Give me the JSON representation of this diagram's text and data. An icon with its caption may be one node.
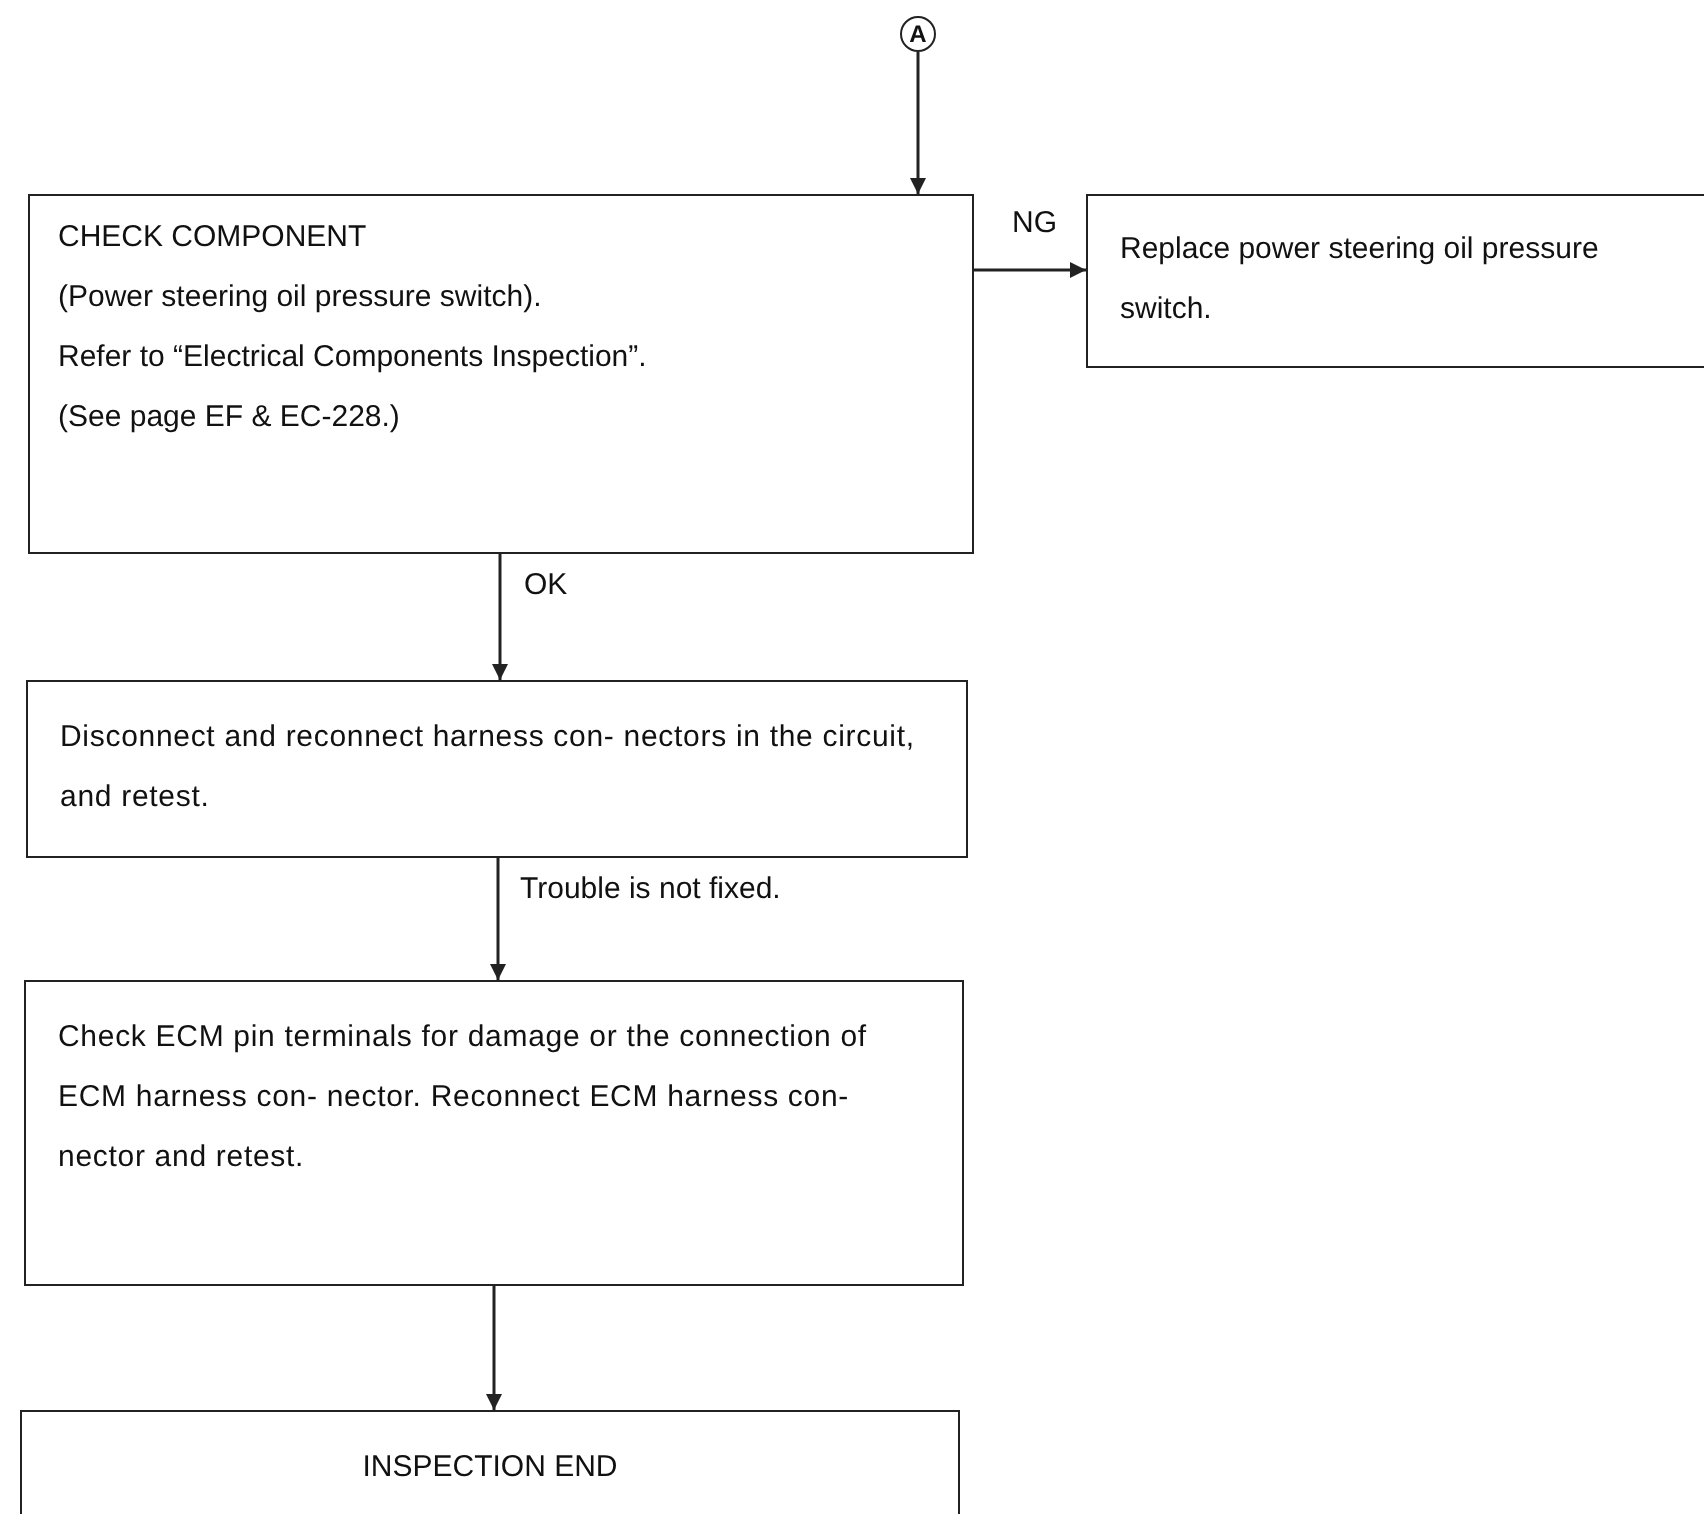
{
  "diagram": {
    "nodes": [
      {
        "text": [
          "A"
        ]
      },
      {
        "text": [
          "CHECK COMPONENT",
          "(Power steering oil pressure switch).",
          "Refer to “Electrical Components Inspection”.",
          "(See page EF & EC-228.)"
        ]
      },
      {
        "text": [
          "Replace power steering oil pressure switch."
        ]
      },
      {
        "text": [
          "Disconnect and reconnect harness con- nectors in the circuit, and retest."
        ]
      },
      {
        "text": [
          "Check ECM pin terminals for damage or the connection of ECM harness con- nector. Reconnect ECM harness con- nector and retest."
        ]
      },
      {
        "text": [
          "INSPECTION END"
        ]
      }
    ],
    "edges": [
      {
        "from": 0,
        "to": 1,
        "arrow": "to"
      },
      {
        "from": 1,
        "to": 2,
        "arrow": "to",
        "label": "NG"
      },
      {
        "from": 1,
        "to": 3,
        "arrow": "to",
        "label": "OK"
      },
      {
        "from": 3,
        "to": 4,
        "arrow": "to",
        "label": "Trouble is not fixed."
      },
      {
        "from": 4,
        "to": 5,
        "arrow": "to"
      }
    ]
  }
}
